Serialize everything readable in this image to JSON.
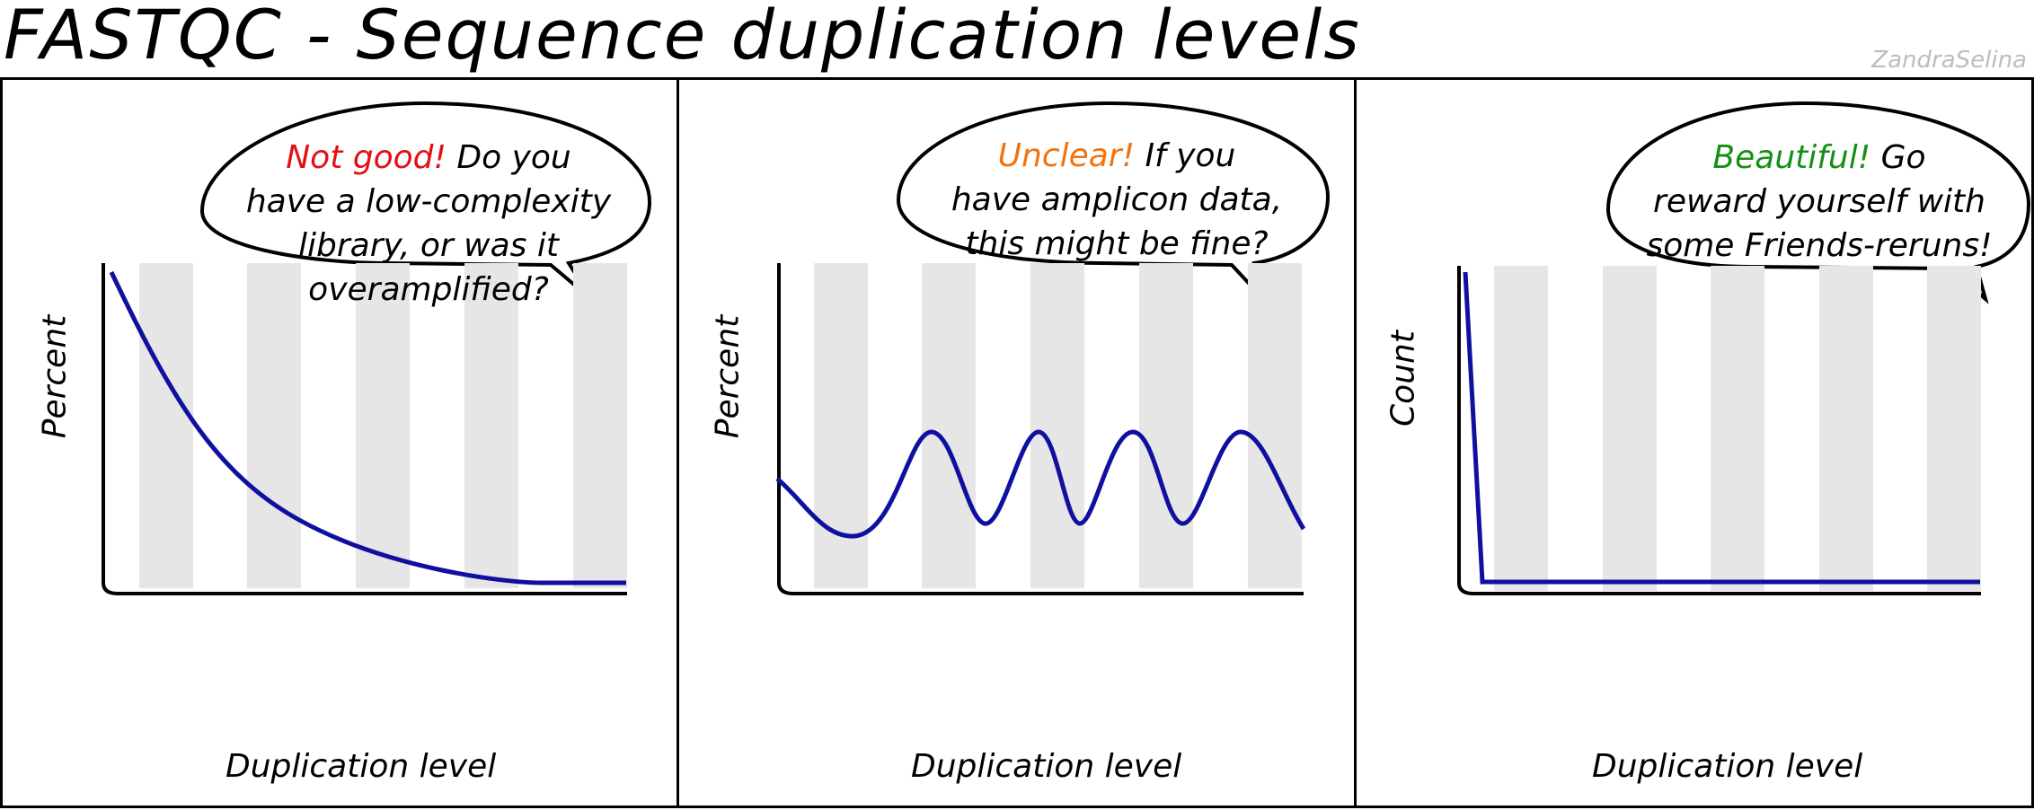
{
  "title": "FASTQC - Sequence duplication levels",
  "credit": "ZandraSelina",
  "colors": {
    "bad": "#e30f14",
    "unclear": "#f07310",
    "good": "#168f16",
    "curve": "#1010a0",
    "stripe": "#e6e6e6"
  },
  "panels": [
    {
      "verdict": "Not good!",
      "line1_rest": " Do you",
      "line2": "have a low-complexity",
      "line3": "library, or was it",
      "line4": "overamplified?",
      "xlabel": "Duplication level",
      "ylabel": "Percent",
      "curve_shape": "exponential-decay"
    },
    {
      "verdict": "Unclear!",
      "line1_rest": " If you",
      "line2": "have amplicon data,",
      "line3": "this might be fine?",
      "xlabel": "Duplication level",
      "ylabel": "Percent",
      "curve_shape": "oscillating-peaks"
    },
    {
      "verdict": "Beautiful!",
      "line1_rest": " Go",
      "line2": "reward yourself with",
      "line3": "some Friends-reruns!",
      "xlabel": "Duplication level",
      "ylabel": "Count",
      "curve_shape": "sharp-drop-then-flat"
    }
  ]
}
